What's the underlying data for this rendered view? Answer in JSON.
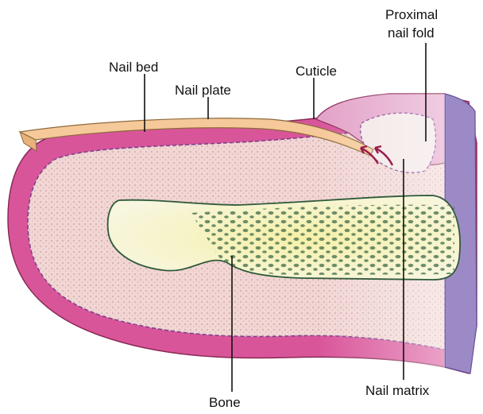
{
  "labels": {
    "nail_bed": "Nail bed",
    "nail_plate": "Nail plate",
    "cuticle": "Cuticle",
    "proximal_nail_fold_line1": "Proximal",
    "proximal_nail_fold_line2": "nail fold",
    "bone": "Bone",
    "nail_matrix": "Nail matrix"
  },
  "colors": {
    "background": "#ffffff",
    "epidermis": "#d9559a",
    "epidermis_dark": "#b8306f",
    "dermis": "#f1d6d4",
    "nail_plate": "#f6c99a",
    "bone": "#f4f1c4",
    "bone_pores": "#3f6b47",
    "proximal_fold": "#e3a2c8",
    "cut_face": "#9c8ac6",
    "growth_arrows": "#9b1b4a"
  }
}
